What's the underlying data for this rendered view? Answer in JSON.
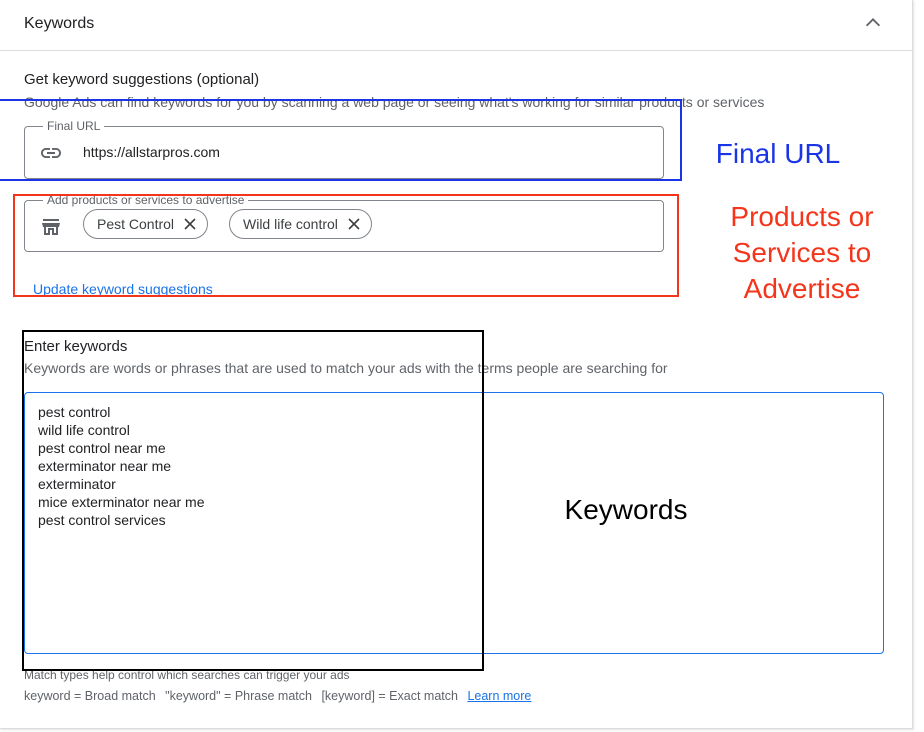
{
  "header": {
    "title": "Keywords"
  },
  "suggestions": {
    "title": "Get keyword suggestions (optional)",
    "description": "Google Ads can find keywords for you by scanning a web page or seeing what's working for similar products or services",
    "final_url_label": "Final URL",
    "final_url_value": "https://allstarpros.com",
    "products_label": "Add products or services to advertise",
    "chips": [
      {
        "label": "Pest Control"
      },
      {
        "label": "Wild life control"
      }
    ],
    "update_link": "Update keyword suggestions"
  },
  "enter_keywords": {
    "title": "Enter keywords",
    "description": "Keywords are words or phrases that are used to match your ads with the terms people are searching for",
    "lines": [
      "pest control",
      "wild life control",
      "pest control near me",
      "exterminator near me",
      "exterminator",
      "mice exterminator near me",
      "pest control services"
    ]
  },
  "match_types": {
    "help_text": "Match types help control which searches can trigger your ads",
    "broad": "keyword = Broad match",
    "phrase": "\"keyword\" = Phrase match",
    "exact": "[keyword] = Exact match",
    "learn_more": "Learn more"
  },
  "annotations": {
    "final_url": "Final URL",
    "products_line1": "Products or",
    "products_line2": "Services to",
    "products_line3": "Advertise",
    "keywords": "Keywords"
  },
  "colors": {
    "accent_blue": "#1a73e8",
    "annot_blue": "#1a35e6",
    "annot_red": "#f4351c",
    "annot_black": "#000000"
  },
  "icons": {
    "collapse": "chevron-up-icon",
    "url": "link-icon",
    "products": "storefront-icon",
    "chip_remove": "close-icon"
  }
}
